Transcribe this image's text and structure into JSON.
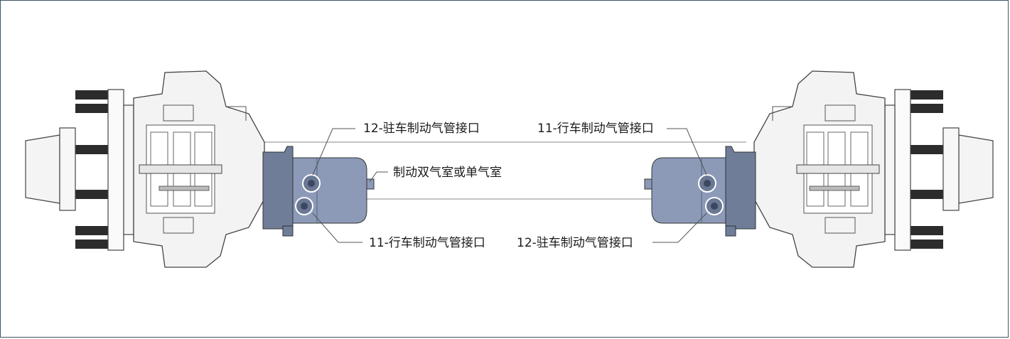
{
  "labels": {
    "left_top": "12-驻车制动气管接口",
    "left_mid": "制动双气室或单气室",
    "left_bottom": "11-行车制动气管接口",
    "right_top": "11-行车制动气管接口",
    "right_bottom": "12-驻车制动气管接口"
  },
  "colors": {
    "frame": "#3b5568",
    "chamber": "#8c9ab8",
    "chamber_dark": "#6a7894",
    "tire": "#2c2c2c",
    "line": "#555555",
    "highlight_circle": "#ffffff"
  }
}
